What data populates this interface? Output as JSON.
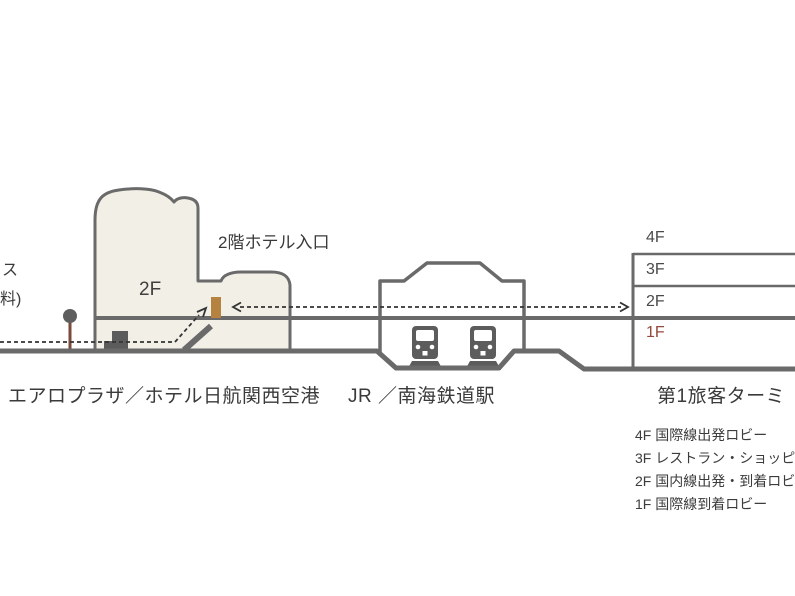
{
  "colors": {
    "outline": "#6a6a6a",
    "building_fill": "#f2efe7",
    "train": "#5c5c5c",
    "door": "#b5823f",
    "accent_1f": "#94493a",
    "text": "#3a3a3a",
    "pole": "#7a4a3a",
    "pole_top": "#5e5e5e",
    "route": "#333333",
    "bg": "#ffffff"
  },
  "left_edge_labels": {
    "line1": "ス",
    "line2": "料)"
  },
  "hotel": {
    "name": "エアロプラザ／ホテル日航関西空港",
    "floor_label": "2F",
    "entrance_label": "2階ホテル入口"
  },
  "station": {
    "name": "JR ／南海鉄道駅"
  },
  "terminal": {
    "name": "第1旅客ターミ",
    "floors": [
      {
        "label": "4F"
      },
      {
        "label": "3F"
      },
      {
        "label": "2F"
      },
      {
        "label": "1F"
      }
    ],
    "legend": [
      "4F 国際線出発ロビー",
      "3F レストラン・ショッピ",
      "2F 国内線出発・到着ロビ",
      "1F 国際線到着ロビー"
    ]
  }
}
